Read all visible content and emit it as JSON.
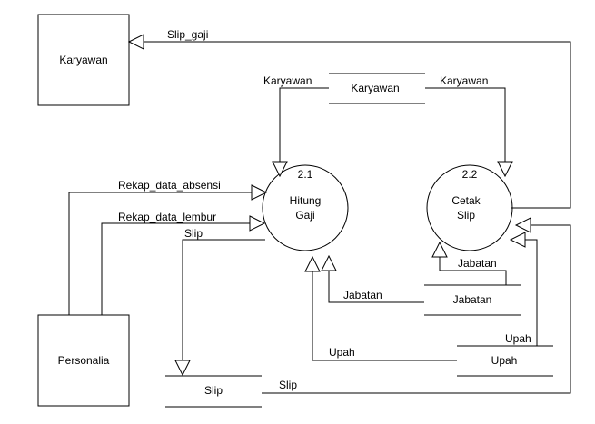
{
  "entities": {
    "karyawan": "Karyawan",
    "personalia": "Personalia"
  },
  "processes": {
    "p21": {
      "number": "2.1",
      "line1": "Hitung",
      "line2": "Gaji"
    },
    "p22": {
      "number": "2.2",
      "line1": "Cetak",
      "line2": "Slip"
    }
  },
  "stores": {
    "karyawan": "Karyawan",
    "jabatan": "Jabatan",
    "upah": "Upah",
    "slip": "Slip"
  },
  "flows": {
    "slip_gaji": "Slip_gaji",
    "karyawan_to_21": "Karyawan",
    "karyawan_to_22": "Karyawan",
    "rekap_absensi": "Rekap_data_absensi",
    "rekap_lembur": "Rekap_data_lembur",
    "slip_to_store": "Slip",
    "jabatan_to_21": "Jabatan",
    "jabatan_to_22": "Jabatan",
    "upah_to_21": "Upah",
    "upah_to_22": "Upah",
    "slip_to_22": "Slip"
  }
}
